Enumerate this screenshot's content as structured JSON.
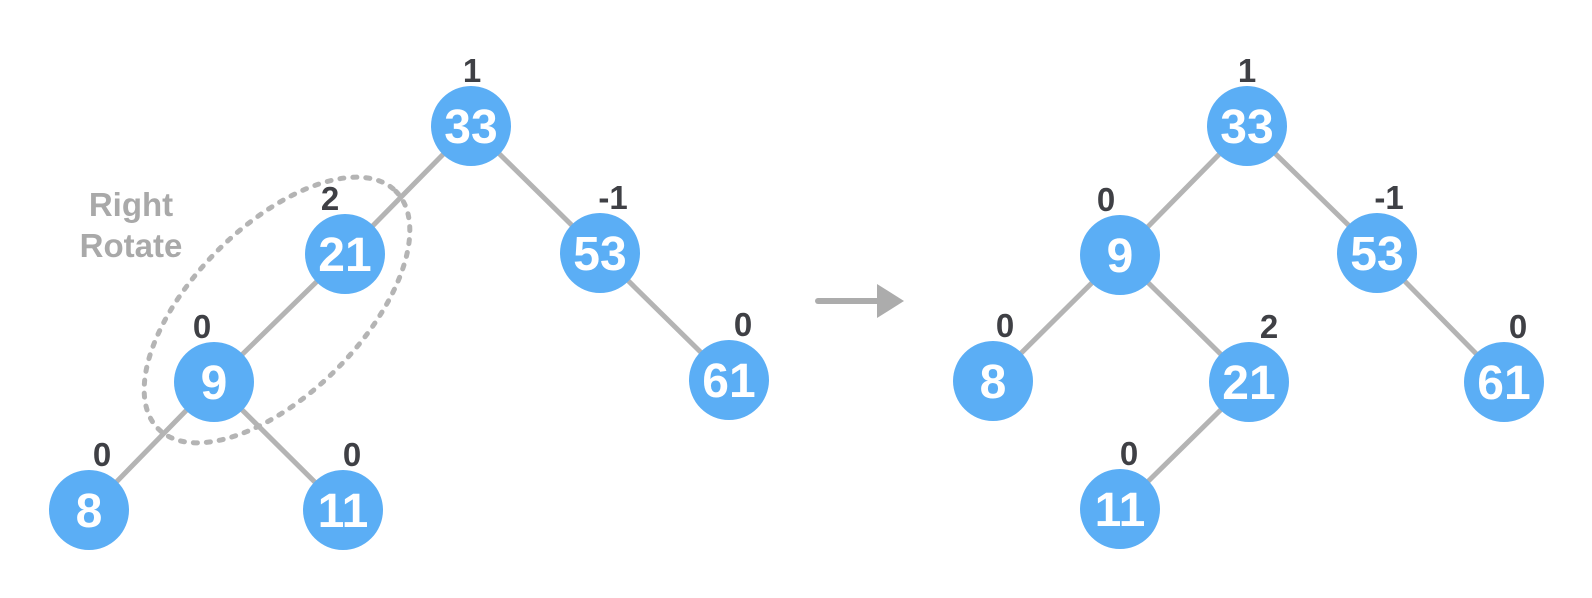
{
  "diagram": {
    "description": "AVL tree right rotation, before and after",
    "label": {
      "line1": "Right",
      "line2": "Rotate"
    },
    "arrow_icon": "right-arrow",
    "colors": {
      "node_fill": "#5baef5",
      "node_text": "#ffffff",
      "balance_text": "#3f4045",
      "edge": "#b4b4b4",
      "label_text": "#a9a9a9",
      "arrow": "#acacac",
      "highlight_stroke": "#b4b4b4"
    },
    "before_tree": {
      "nodes": [
        {
          "value": "33",
          "balance": "1"
        },
        {
          "value": "21",
          "balance": "2"
        },
        {
          "value": "53",
          "balance": "-1"
        },
        {
          "value": "9",
          "balance": "0"
        },
        {
          "value": "61",
          "balance": "0"
        },
        {
          "value": "8",
          "balance": "0"
        },
        {
          "value": "11",
          "balance": "0"
        }
      ],
      "edges": [
        [
          "33",
          "21"
        ],
        [
          "33",
          "53"
        ],
        [
          "21",
          "9"
        ],
        [
          "53",
          "61"
        ],
        [
          "9",
          "8"
        ],
        [
          "9",
          "11"
        ]
      ],
      "highlighted_nodes": [
        "21",
        "9"
      ],
      "highlight_style": "dashed-ellipse"
    },
    "after_tree": {
      "nodes": [
        {
          "value": "33",
          "balance": "1"
        },
        {
          "value": "9",
          "balance": "0"
        },
        {
          "value": "53",
          "balance": "-1"
        },
        {
          "value": "8",
          "balance": "0"
        },
        {
          "value": "21",
          "balance": "2"
        },
        {
          "value": "61",
          "balance": "0"
        },
        {
          "value": "11",
          "balance": "0"
        }
      ],
      "edges": [
        [
          "33",
          "9"
        ],
        [
          "33",
          "53"
        ],
        [
          "9",
          "8"
        ],
        [
          "9",
          "21"
        ],
        [
          "53",
          "61"
        ],
        [
          "21",
          "11"
        ]
      ]
    }
  }
}
